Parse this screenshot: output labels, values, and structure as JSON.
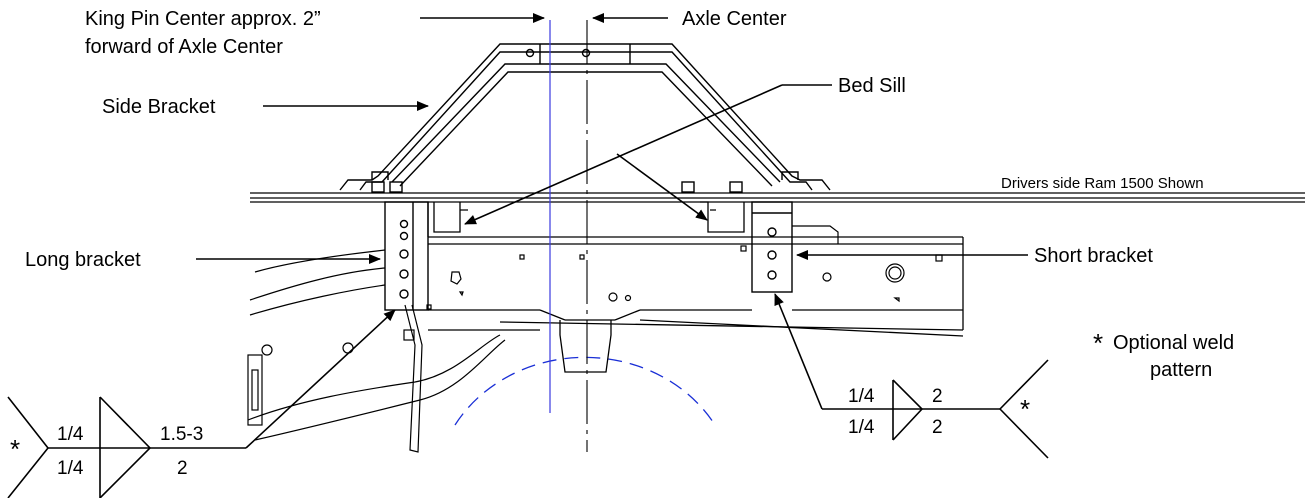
{
  "labels": {
    "king_pin_line1": "King Pin Center approx. 2”",
    "king_pin_line2": "forward of Axle Center",
    "axle_center": "Axle Center",
    "side_bracket": "Side Bracket",
    "bed_sill": "Bed Sill",
    "drivers_side": "Drivers side Ram 1500 Shown",
    "long_bracket": "Long bracket",
    "short_bracket": "Short bracket",
    "optional_weld_line1": "Optional weld",
    "optional_weld_line2": "pattern",
    "asterisk": "*"
  },
  "weld_left": {
    "top_size": "1/4",
    "bottom_size": "1/4",
    "top_length": "1.5-3",
    "bottom_length": "2",
    "tail_mark": "*"
  },
  "weld_right": {
    "top_size": "1/4",
    "bottom_size": "1/4",
    "top_length": "2",
    "bottom_length": "2",
    "tail_mark": "*"
  },
  "colors": {
    "line": "#000000",
    "king_pin_centerline": "#3a3adf",
    "axle_arc": "#1a2fd6"
  }
}
